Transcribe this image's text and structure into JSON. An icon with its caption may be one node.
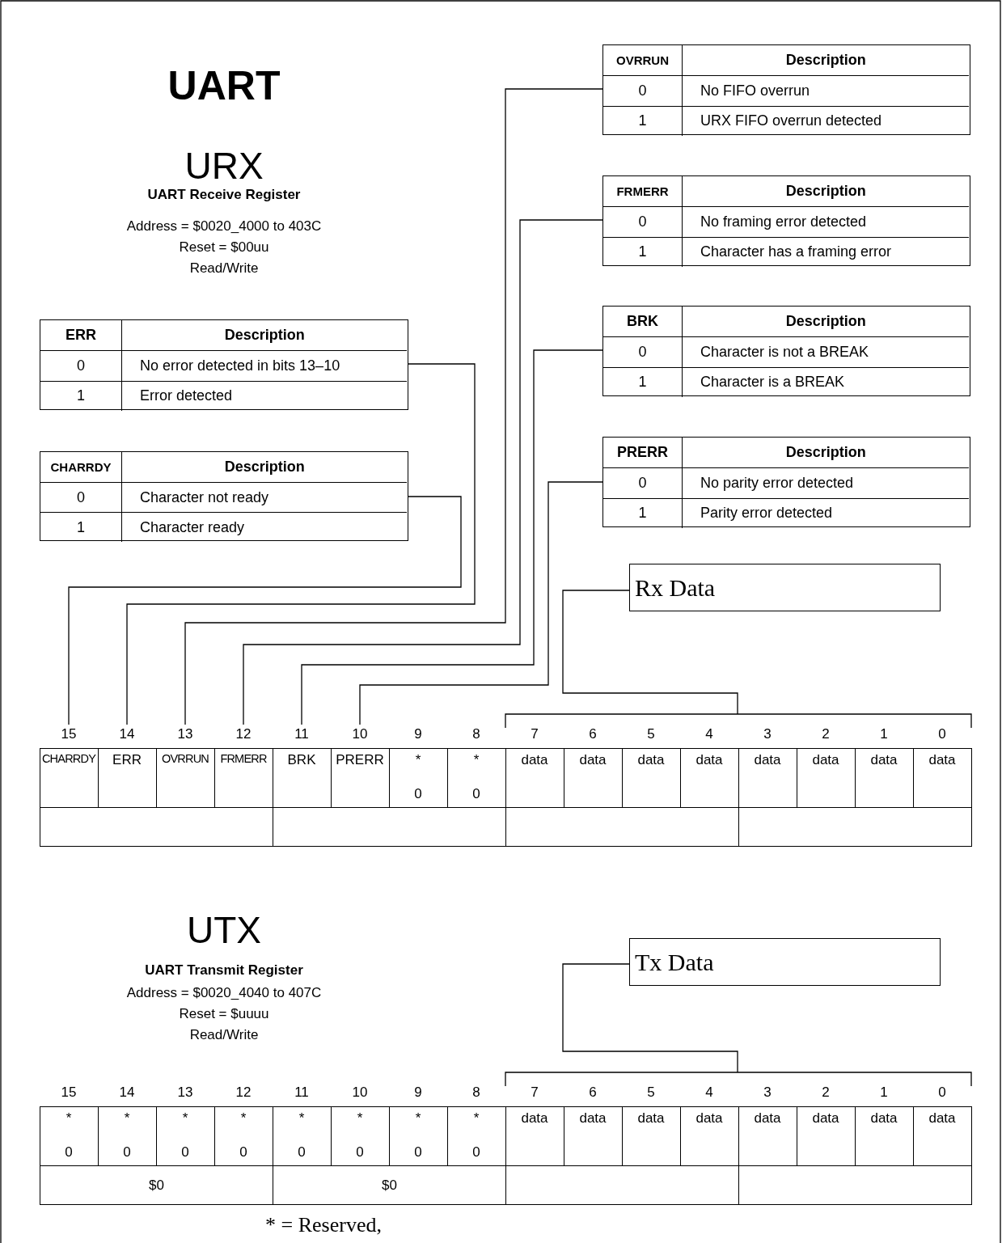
{
  "diagram": {
    "title": "UART",
    "nodes": [
      {
        "text": [
          "ERR",
          "Description",
          "0",
          "No error detected in bits 13–10",
          "1",
          "Error detected"
        ]
      },
      {
        "text": [
          "CHARRDY",
          "Description",
          "0",
          "Character not ready",
          "1",
          "Character ready"
        ]
      },
      {
        "text": [
          "OVRRUN",
          "Description",
          "0",
          "No FIFO overrun",
          "1",
          "URX FIFO overrun detected"
        ]
      },
      {
        "text": [
          "FRMERR",
          "Description",
          "0",
          "No framing error detected",
          "1",
          "Character has a framing error"
        ]
      },
      {
        "text": [
          "BRK",
          "Description",
          "0",
          "Character is not a BREAK",
          "1",
          "Character is a BREAK"
        ]
      },
      {
        "text": [
          "PRERR",
          "Description",
          "0",
          "No parity error detected",
          "1",
          "Parity error detected"
        ]
      },
      {
        "text": [
          "Rx Data"
        ]
      },
      {
        "text": [
          "CHARRDY"
        ],
        "beside": [
          "15"
        ]
      },
      {
        "text": [
          "ERR"
        ],
        "beside": [
          "14"
        ]
      },
      {
        "text": [
          "OVRRUN"
        ],
        "beside": [
          "13"
        ]
      },
      {
        "text": [
          "FRMERR"
        ],
        "beside": [
          "12"
        ]
      },
      {
        "text": [
          "BRK"
        ],
        "beside": [
          "11"
        ]
      },
      {
        "text": [
          "PRERR"
        ],
        "beside": [
          "10"
        ]
      },
      {
        "text": [
          "*",
          "0"
        ],
        "beside": [
          "9"
        ]
      },
      {
        "text": [
          "*",
          "0"
        ],
        "beside": [
          "8"
        ]
      },
      {
        "text": [
          "data"
        ],
        "beside": [
          "7"
        ]
      },
      {
        "text": [
          "data"
        ],
        "beside": [
          "6"
        ]
      },
      {
        "text": [
          "data"
        ],
        "beside": [
          "5"
        ]
      },
      {
        "text": [
          "data"
        ],
        "beside": [
          "4"
        ]
      },
      {
        "text": [
          "data"
        ],
        "beside": [
          "3"
        ]
      },
      {
        "text": [
          "data"
        ],
        "beside": [
          "2"
        ]
      },
      {
        "text": [
          "data"
        ],
        "beside": [
          "1"
        ]
      },
      {
        "text": [
          "data"
        ],
        "beside": [
          "0"
        ]
      },
      {
        "text": [],
        "shape": "box"
      },
      {
        "text": [],
        "shape": "box"
      },
      {
        "text": [],
        "shape": "box"
      },
      {
        "text": [],
        "shape": "box"
      },
      {
        "text": [
          "Tx Data"
        ]
      },
      {
        "text": [
          "*",
          "0"
        ],
        "beside": [
          "15"
        ]
      },
      {
        "text": [
          "*",
          "0"
        ],
        "beside": [
          "14"
        ]
      },
      {
        "text": [
          "*",
          "0"
        ],
        "beside": [
          "13"
        ]
      },
      {
        "text": [
          "*",
          "0"
        ],
        "beside": [
          "12"
        ]
      },
      {
        "text": [
          "*",
          "0"
        ],
        "beside": [
          "11"
        ]
      },
      {
        "text": [
          "*",
          "0"
        ],
        "beside": [
          "10"
        ]
      },
      {
        "text": [
          "*",
          "0"
        ],
        "beside": [
          "9"
        ]
      },
      {
        "text": [
          "*",
          "0"
        ],
        "beside": [
          "8"
        ]
      },
      {
        "text": [
          "data"
        ],
        "beside": [
          "7"
        ]
      },
      {
        "text": [
          "data"
        ],
        "beside": [
          "6"
        ]
      },
      {
        "text": [
          "data"
        ],
        "beside": [
          "5"
        ]
      },
      {
        "text": [
          "data"
        ],
        "beside": [
          "4"
        ]
      },
      {
        "text": [
          "data"
        ],
        "beside": [
          "3"
        ]
      },
      {
        "text": [
          "data"
        ],
        "beside": [
          "2"
        ]
      },
      {
        "text": [
          "data"
        ],
        "beside": [
          "1"
        ]
      },
      {
        "text": [
          "data"
        ],
        "beside": [
          "0"
        ]
      },
      {
        "text": [
          "$0"
        ]
      },
      {
        "text": [
          "$0"
        ]
      },
      {
        "text": [],
        "shape": "box"
      },
      {
        "text": [],
        "shape": "box"
      }
    ],
    "edges": [
      {
        "from": 0,
        "to": 8,
        "arrow": "none"
      },
      {
        "from": 1,
        "to": 7,
        "arrow": "none"
      },
      {
        "from": 2,
        "to": 9,
        "arrow": "none"
      },
      {
        "from": 3,
        "to": 10,
        "arrow": "none"
      },
      {
        "from": 4,
        "to": 11,
        "arrow": "none"
      },
      {
        "from": 5,
        "to": 12,
        "arrow": "none"
      },
      {
        "from": 6,
        "to": null,
        "arrow": "none"
      },
      {
        "from": 27,
        "to": null,
        "arrow": "none"
      }
    ],
    "labels": [
      "URX",
      "UART Receive Register",
      "Address = $0020_4000 to 403C",
      "Reset = $00uu",
      "Read/Write",
      "UTX",
      "UART Transmit Register",
      "Address = $0020_4040 to 407C",
      "Reset = $uuuu",
      "Read/Write",
      "* = Reserved,"
    ]
  }
}
